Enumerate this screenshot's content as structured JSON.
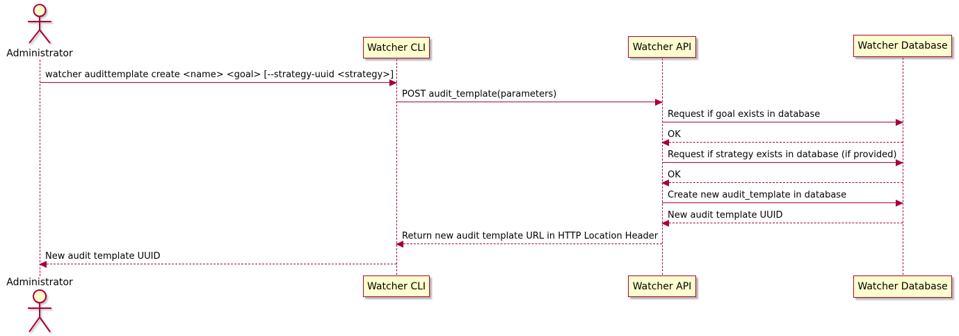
{
  "diagram_type": "uml-sequence",
  "colors": {
    "line": "#A80036",
    "participant_fill": "#FEFECE",
    "text": "#000000",
    "background": "#FFFFFF"
  },
  "actor": {
    "name": "Administrator"
  },
  "participants": [
    {
      "label": "Watcher CLI"
    },
    {
      "label": "Watcher API"
    },
    {
      "label": "Watcher Database"
    }
  ],
  "messages": [
    {
      "from": "Administrator",
      "to": "Watcher CLI",
      "style": "solid",
      "text": "watcher audittemplate create <name> <goal> [--strategy-uuid <strategy>]"
    },
    {
      "from": "Watcher CLI",
      "to": "Watcher API",
      "style": "solid",
      "text": "POST audit_template(parameters)"
    },
    {
      "from": "Watcher API",
      "to": "Watcher Database",
      "style": "solid",
      "text": "Request if goal exists in database"
    },
    {
      "from": "Watcher Database",
      "to": "Watcher API",
      "style": "dashed",
      "text": "OK"
    },
    {
      "from": "Watcher API",
      "to": "Watcher Database",
      "style": "solid",
      "text": "Request if strategy exists in database (if provided)"
    },
    {
      "from": "Watcher Database",
      "to": "Watcher API",
      "style": "dashed",
      "text": "OK"
    },
    {
      "from": "Watcher API",
      "to": "Watcher Database",
      "style": "solid",
      "text": "Create new audit_template in database"
    },
    {
      "from": "Watcher Database",
      "to": "Watcher API",
      "style": "dashed",
      "text": "New audit template UUID"
    },
    {
      "from": "Watcher API",
      "to": "Watcher CLI",
      "style": "dashed",
      "text": "Return new audit template URL in HTTP Location Header"
    },
    {
      "from": "Watcher CLI",
      "to": "Administrator",
      "style": "dashed",
      "text": "New audit template UUID"
    }
  ]
}
